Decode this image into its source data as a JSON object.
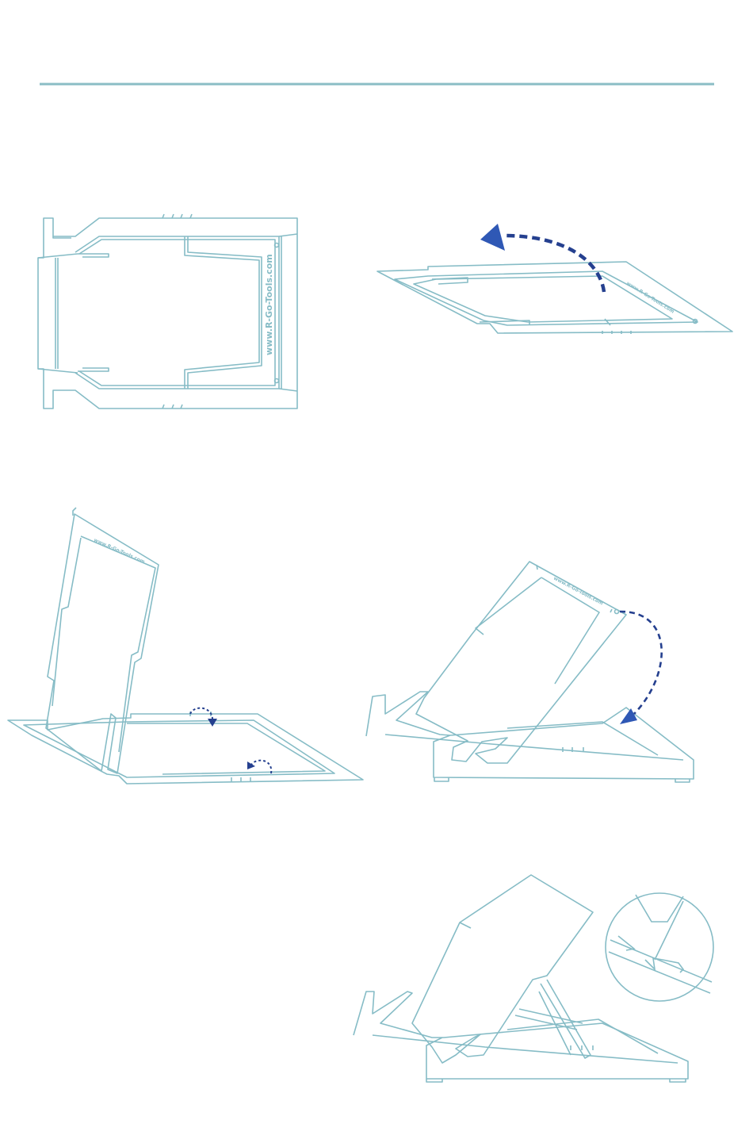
{
  "colors": {
    "line": "#86bcc6",
    "rule": "#8bbdc5",
    "arrow_dark": "#25408f",
    "arrow_light": "#2f58b5",
    "background": "#ffffff"
  },
  "steps": [
    {
      "id": "step-1",
      "brand_label": "www.R-Go-Tools.com"
    },
    {
      "id": "step-2",
      "brand_label": "www.R-Go-Tools.com"
    },
    {
      "id": "step-3",
      "brand_label": "www.R-Go-Tools.com"
    },
    {
      "id": "step-4",
      "brand_label": "www.R-Go-Tools.com"
    },
    {
      "id": "step-5"
    }
  ],
  "icons": [
    "fold-arrow-icon",
    "curved-dotted-arrow-icon",
    "detail-magnifier-circle"
  ]
}
